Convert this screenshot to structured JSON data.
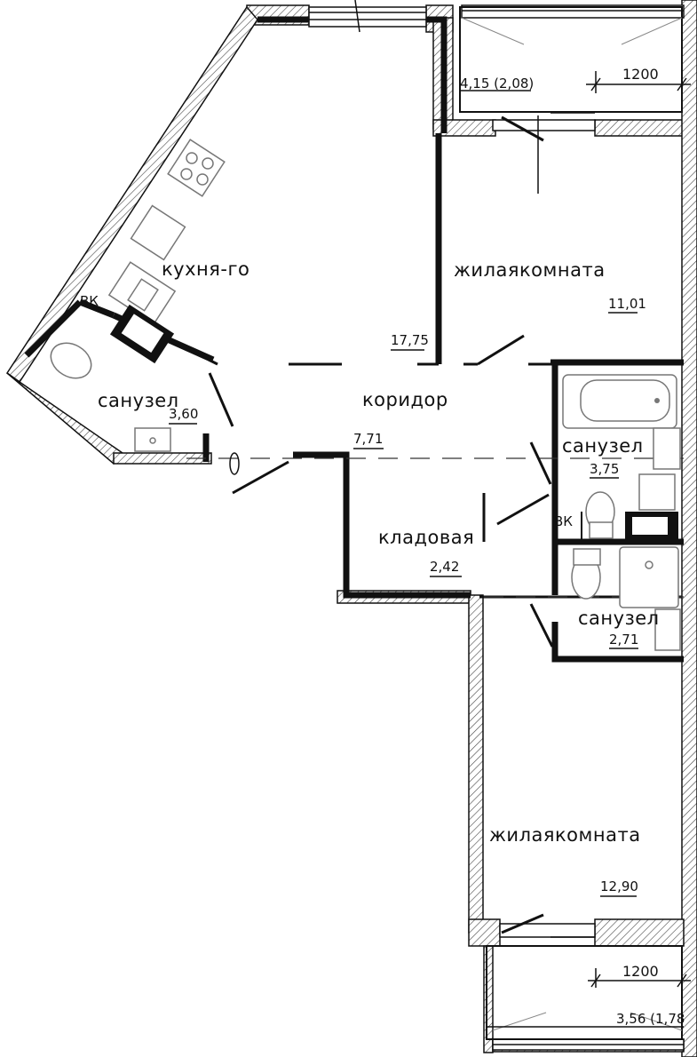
{
  "rooms": {
    "kitchen": {
      "name": "кухня-го",
      "area": "17,75"
    },
    "living1": {
      "name": "жилаякомната",
      "area": "11,01"
    },
    "corridor": {
      "name": "коридор",
      "area": "7,71"
    },
    "bath_left": {
      "name": "санузел",
      "area": "3,60"
    },
    "bath_mid": {
      "name": "санузел",
      "area": "3,75"
    },
    "bath_low": {
      "name": "санузел",
      "area": "2,71"
    },
    "storage": {
      "name": "кладовая",
      "area": "2,42"
    },
    "living2": {
      "name": "жилаякомната",
      "area": "12,90"
    },
    "balcony_top": {
      "area": "4,15 (2,08)",
      "dim": "1200"
    },
    "balcony_bottom": {
      "area": "3,56 (1,78",
      "dim": "1200"
    }
  },
  "markers": {
    "vk_left": "ВК",
    "vk_mid": "ВК"
  }
}
